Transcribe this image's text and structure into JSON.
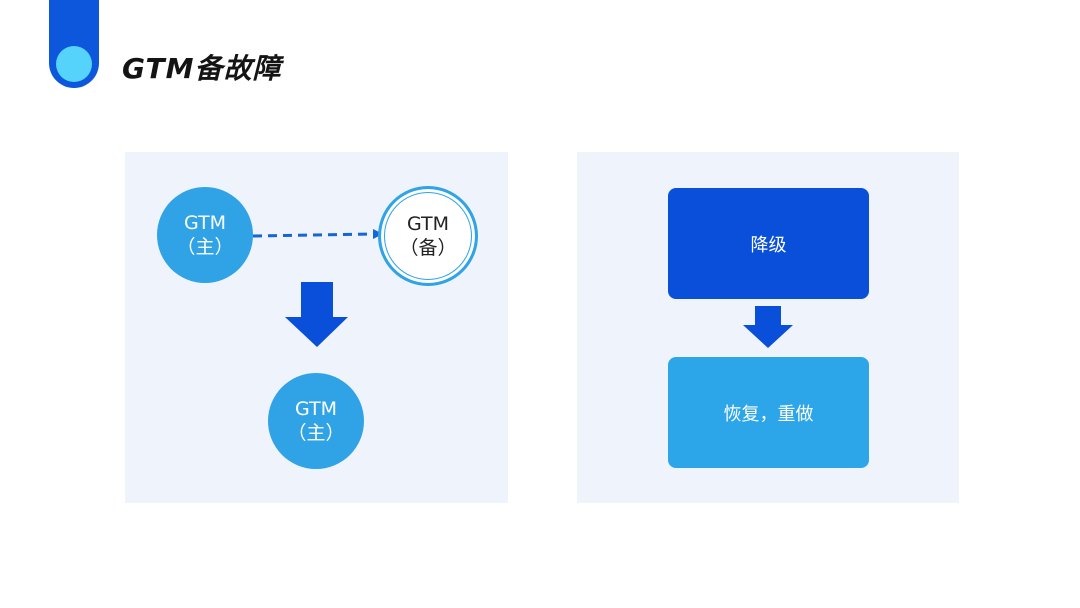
{
  "header": {
    "title": "GTM备故障"
  },
  "left_diagram": {
    "primary_node": {
      "line1": "GTM",
      "line2": "（主）"
    },
    "backup_node": {
      "line1": "GTM",
      "line2": "（备）"
    },
    "result_node": {
      "line1": "GTM",
      "line2": "（主）"
    }
  },
  "right_diagram": {
    "step1": "降级",
    "step2": "恢复，重做"
  },
  "colors": {
    "accent_dark": "#0a4fd9",
    "accent_light": "#2fa3e6",
    "panel_bg": "#eef3fc",
    "title_badge": "#0d57dc",
    "title_dot": "#55d3fb"
  }
}
